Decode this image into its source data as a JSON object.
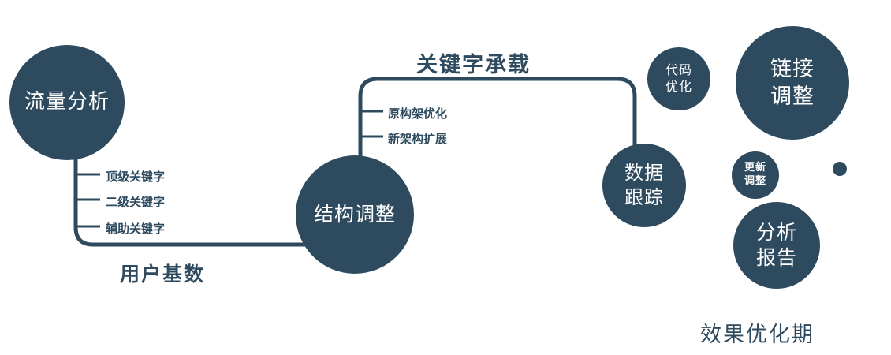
{
  "colors": {
    "primary": "#2e4a5e",
    "background": "#ffffff",
    "text_on_dark": "#ffffff"
  },
  "nodes": {
    "traffic_analysis": {
      "label": "流量分析"
    },
    "structure_adjust": {
      "label": "结构调整"
    },
    "data_tracking": {
      "line1": "数据",
      "line2": "跟踪"
    },
    "code_optimization": {
      "line1": "代码",
      "line2": "优化"
    },
    "link_adjustment": {
      "line1": "链接",
      "line2": "调整"
    },
    "update_adjustment": {
      "line1": "更新",
      "line2": "调整"
    },
    "analysis_report": {
      "line1": "分析",
      "line2": "报告"
    }
  },
  "edge_labels": {
    "user_base": "用户基数",
    "keyword_carry": "关键字承载"
  },
  "branch_labels": {
    "left": [
      "顶级关键字",
      "二级关键字",
      "辅助关键字"
    ],
    "middle": [
      "原构架优化",
      "新架构扩展"
    ]
  },
  "caption": "效果优化期"
}
